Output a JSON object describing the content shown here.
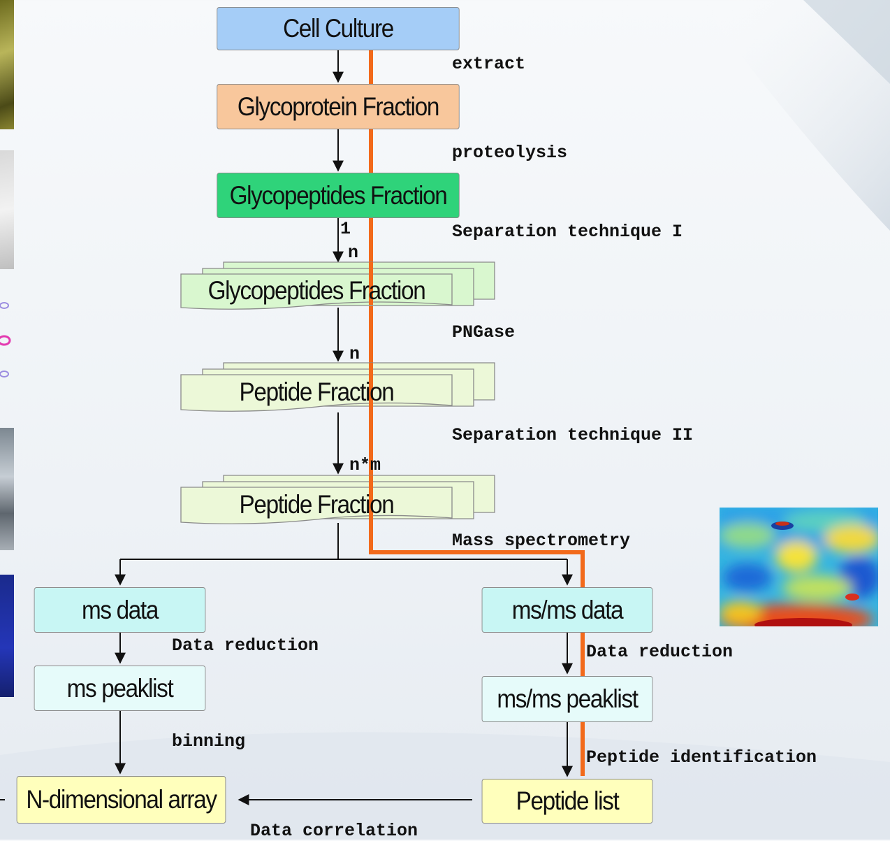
{
  "colors": {
    "cell_culture": "#a5cdf7",
    "glycoprotein": "#f8c79c",
    "glycopeptides": "#2fd37a",
    "fraction_stack": "#d9f7cf",
    "peptide_stack": "#ecf8d8",
    "ms_data": "#c8f6f4",
    "peaklist": "#e6fbfa",
    "output": "#ffffbc",
    "highlight_path": "#f26a1b",
    "arrow": "#111111"
  },
  "boxes": {
    "cell_culture": "Cell Culture",
    "glycoprotein_fraction": "Glycoprotein Fraction",
    "glycopeptides_fraction": "Glycopeptides Fraction",
    "glycopeptides_fraction_stack": "Glycopeptides Fraction",
    "peptide_fraction_1": "Peptide Fraction",
    "peptide_fraction_2": "Peptide Fraction",
    "ms_data": "ms data",
    "msms_data": "ms/ms data",
    "ms_peaklist": "ms peaklist",
    "msms_peaklist": "ms/ms peaklist",
    "n_dimensional_array": "N-dimensional array",
    "peptide_list": "Peptide list"
  },
  "steps": {
    "extract": "extract",
    "proteolysis": "proteolysis",
    "separation_1": "Separation technique I",
    "pngase": "PNGase",
    "separation_2": "Separation technique II",
    "mass_spectrometry": "Mass spectrometry",
    "data_reduction_left": "Data reduction",
    "data_reduction_right": "Data reduction",
    "binning": "binning",
    "peptide_identification": "Peptide identification",
    "data_correlation": "Data correlation"
  },
  "multiplicity": {
    "one": "1",
    "n_a": "n",
    "n_b": "n",
    "n_m": "n*m"
  }
}
